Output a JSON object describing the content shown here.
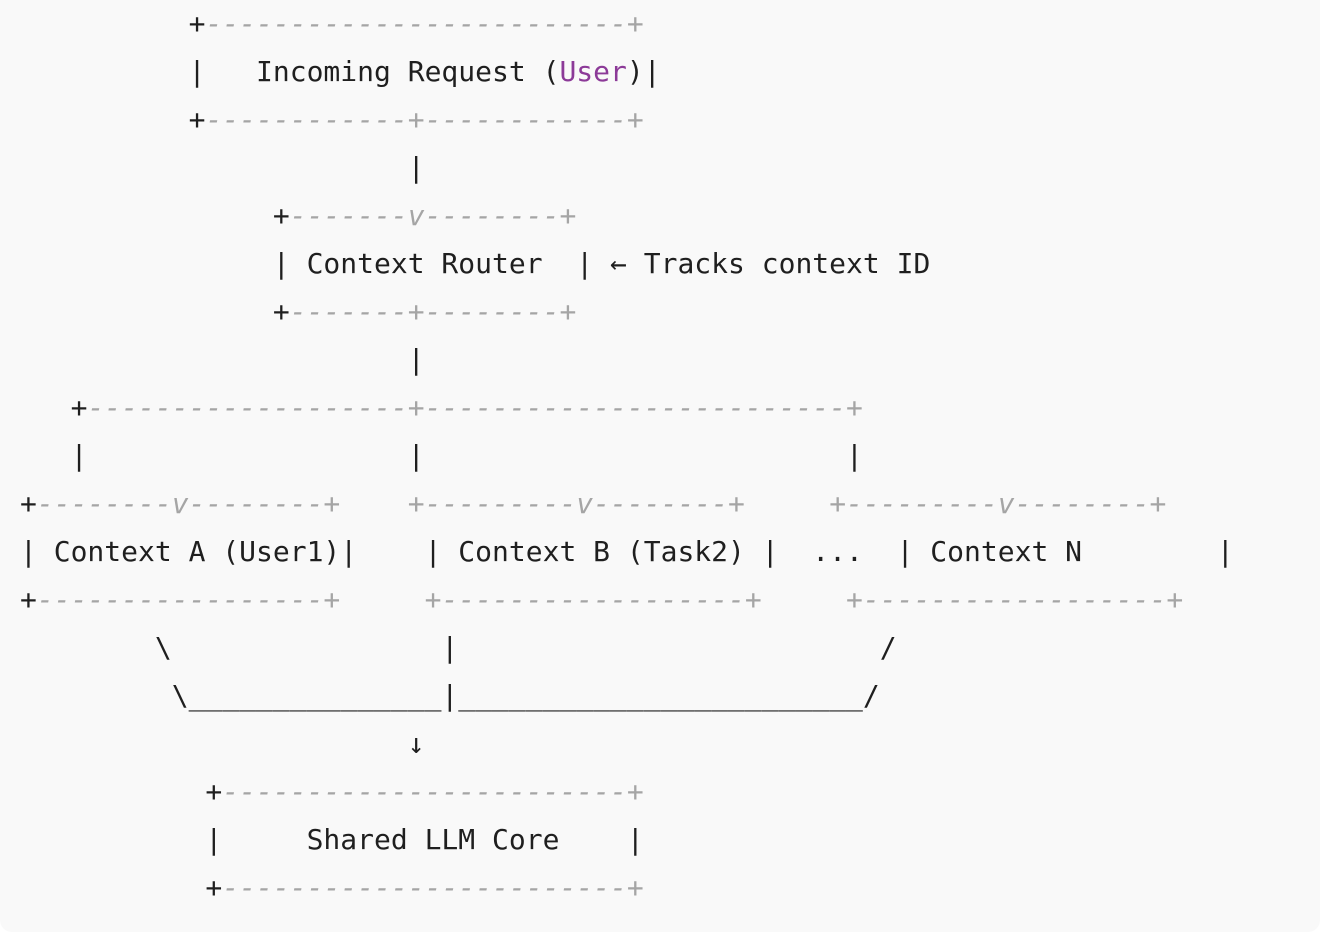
{
  "diagram": {
    "lines": [
      [
        {
          "t": "          +"
        },
        {
          "t": "-------------------------+",
          "c": "d"
        }
      ],
      [
        {
          "t": "          |   Incoming Request ("
        },
        {
          "t": "User",
          "c": "kw"
        },
        {
          "t": ")|"
        }
      ],
      [
        {
          "t": "          +"
        },
        {
          "t": "------------+------------+",
          "c": "d"
        }
      ],
      [
        {
          "t": "                       |"
        }
      ],
      [
        {
          "t": "               +"
        },
        {
          "t": "-------v--------+",
          "c": "d"
        }
      ],
      [
        {
          "t": "               | Context Router  | ← Tracks context ID"
        }
      ],
      [
        {
          "t": "               +"
        },
        {
          "t": "-------+--------+",
          "c": "d"
        }
      ],
      [
        {
          "t": "                       |"
        }
      ],
      [
        {
          "t": "   +"
        },
        {
          "t": "-------------------+-------------------------+",
          "c": "d"
        }
      ],
      [
        {
          "t": "   |                   |                         |"
        }
      ],
      [
        {
          "t": "+"
        },
        {
          "t": "--------v--------+",
          "c": "d"
        },
        {
          "t": "    "
        },
        {
          "t": "+---------v--------+",
          "c": "d"
        },
        {
          "t": "     "
        },
        {
          "t": "+---------v--------+",
          "c": "d"
        }
      ],
      [
        {
          "t": "| Context A (User1)|    | Context B (Task2) |  ...  | Context N        |"
        }
      ],
      [
        {
          "t": "+"
        },
        {
          "t": "-----------------+",
          "c": "d"
        },
        {
          "t": "     "
        },
        {
          "t": "+------------------+",
          "c": "d"
        },
        {
          "t": "     "
        },
        {
          "t": "+------------------+",
          "c": "d"
        }
      ],
      [
        {
          "t": "        \\                |                         /"
        }
      ],
      [
        {
          "t": "         \\_______________|________________________/"
        }
      ],
      [
        {
          "t": "                       ↓"
        }
      ],
      [
        {
          "t": "           +"
        },
        {
          "t": "------------------------+",
          "c": "d"
        }
      ],
      [
        {
          "t": "           |     Shared LLM Core    |"
        }
      ],
      [
        {
          "t": "           +"
        },
        {
          "t": "------------------------+",
          "c": "d"
        }
      ]
    ]
  }
}
